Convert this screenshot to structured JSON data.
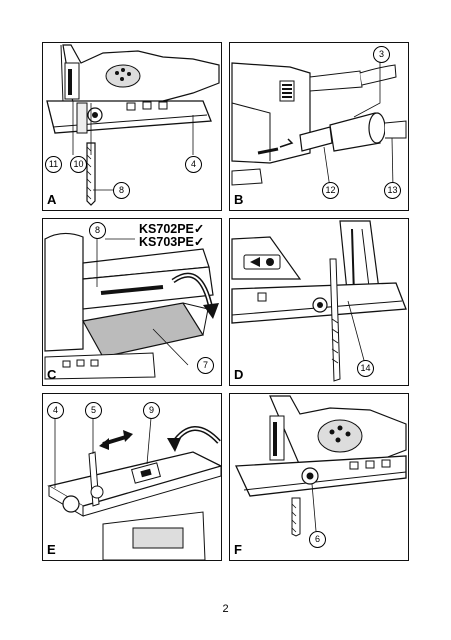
{
  "panels": [
    {
      "label": "A",
      "callouts": [
        "11",
        "10",
        "4",
        "8"
      ]
    },
    {
      "label": "B",
      "callouts": [
        "3",
        "12",
        "13"
      ]
    },
    {
      "label": "C",
      "callouts": [
        "8",
        "7"
      ],
      "models": [
        "KS702PE✓",
        "KS703PE✓"
      ]
    },
    {
      "label": "D",
      "callouts": [
        "14"
      ]
    },
    {
      "label": "E",
      "callouts": [
        "4",
        "5",
        "9"
      ]
    },
    {
      "label": "F",
      "callouts": [
        "6"
      ]
    }
  ],
  "page_number": "2"
}
